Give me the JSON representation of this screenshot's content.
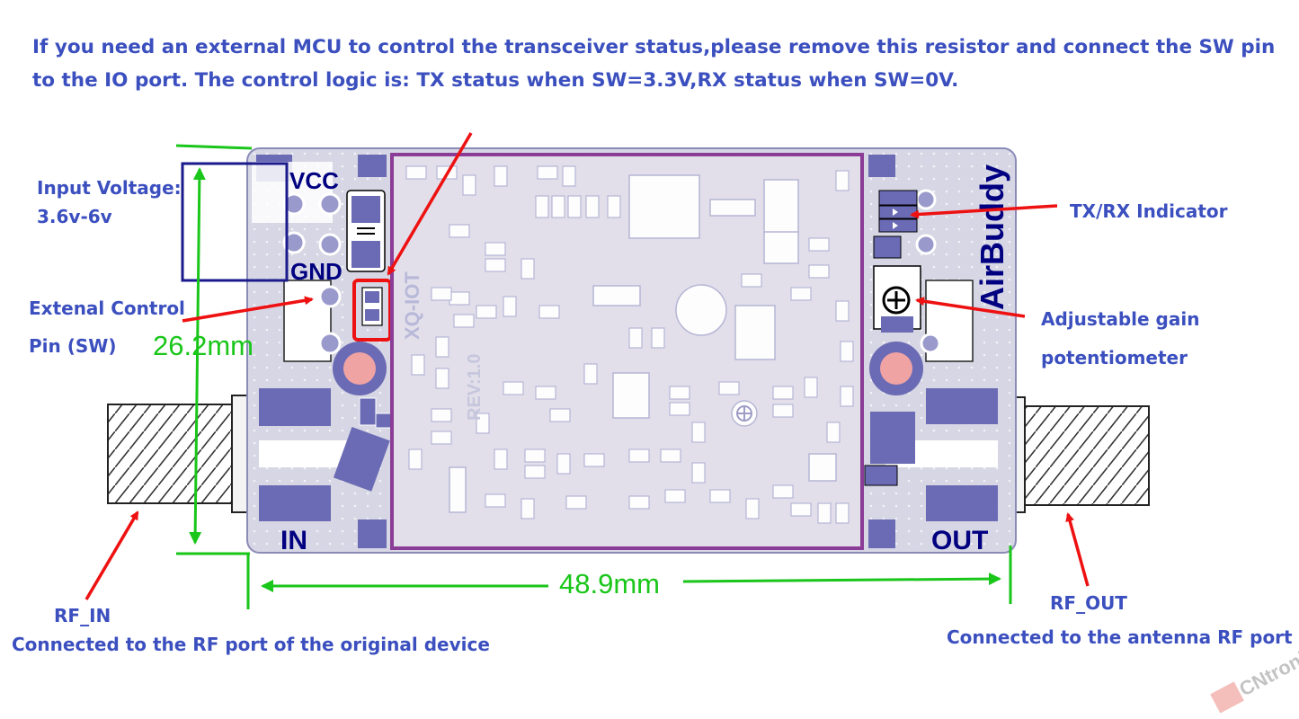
{
  "header": {
    "line1": "If you need an external MCU to control the transceiver status,please remove this resistor and connect the SW pin",
    "line2": "to the IO port. The control logic is: TX status when SW=3.3V,RX status when SW=0V."
  },
  "labels": {
    "input_voltage_1": "Input Voltage:",
    "input_voltage_2": "3.6v-6v",
    "ext_control_1": "Extenal Control",
    "ext_control_2": "Pin (SW)",
    "txrx_indicator": "TX/RX Indicator",
    "gain_1": "Adjustable gain",
    "gain_2": "potentiometer",
    "rf_in": "RF_IN",
    "rf_in_desc": "Connected to the RF port of the original device",
    "rf_out": "RF_OUT",
    "rf_out_desc": "Connected to the antenna RF port"
  },
  "dimensions": {
    "height": "26.2mm",
    "width": "48.9mm"
  },
  "silkscreen": {
    "vcc": "VCC",
    "gnd": "GND",
    "in": "IN",
    "out": "OUT",
    "brand": "AirBuddy",
    "rev": "REV:1.0",
    "maker": "XQ-IOT"
  },
  "watermark": "CNtronic",
  "colors": {
    "annotation_text": "#3b4fbf",
    "arrow": "#ee1111",
    "dimension": "#19c619",
    "board": "#dadae6",
    "pad": "#6b6bb5",
    "shield_border": "#8a3c97",
    "silk_text": "#000080"
  }
}
